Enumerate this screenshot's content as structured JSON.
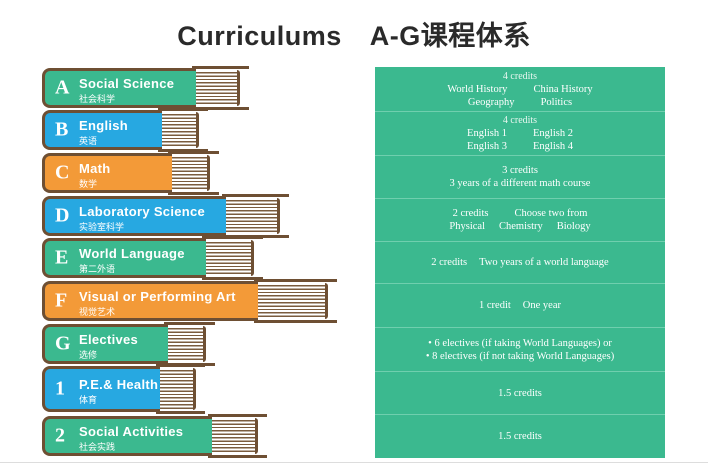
{
  "title": {
    "en": "Curriculums",
    "cn": "A-G课程体系"
  },
  "colors": {
    "green": "#3bb98f",
    "blue": "#27a8e1",
    "orange": "#f39a38",
    "brown": "#6e4f33"
  },
  "books": [
    {
      "letter": "A",
      "name": "Social Science",
      "cn": "社会科学",
      "color": "green"
    },
    {
      "letter": "B",
      "name": "English",
      "cn": "英语",
      "color": "blue"
    },
    {
      "letter": "C",
      "name": "Math",
      "cn": "数学",
      "color": "orange"
    },
    {
      "letter": "D",
      "name": "Laboratory  Science",
      "cn": "实验室科学",
      "color": "blue"
    },
    {
      "letter": "E",
      "name": "World Language",
      "cn": "第二外语",
      "color": "green"
    },
    {
      "letter": "F",
      "name": "Visual or Performing Art",
      "cn": "视觉艺术",
      "color": "orange"
    },
    {
      "letter": "G",
      "name": "Electives",
      "cn": "选修",
      "color": "green"
    },
    {
      "letter": "1",
      "name": "P.E.& Health",
      "cn": "体育",
      "color": "blue"
    },
    {
      "letter": "2",
      "name": "Social Activities",
      "cn": "社会实践",
      "color": "green"
    }
  ],
  "details": [
    {
      "credits": "4 credits",
      "l1a": "World History",
      "l1b": "China History",
      "l2a": "Geography",
      "l2b": "Politics"
    },
    {
      "credits": "4 credits",
      "l1a": "English 1",
      "l1b": "English 2",
      "l2a": "English 3",
      "l2b": "English 4"
    },
    {
      "credits": "3 credits",
      "text": "3 years of a different math course"
    },
    {
      "credits": "2 credits",
      "choose": "Choose two from",
      "s1": "Physical",
      "s2": "Chemistry",
      "s3": "Biology"
    },
    {
      "credits": "2 credits",
      "text": "Two years of a world language"
    },
    {
      "credits": "1 credit",
      "text": "One year"
    },
    {
      "b1": "• 6 electives (if taking World Languages)  or",
      "b2": "• 8 electives (if not taking World Languages)"
    },
    {
      "credits": "1.5 credits"
    },
    {
      "credits": "1.5 credits"
    }
  ]
}
